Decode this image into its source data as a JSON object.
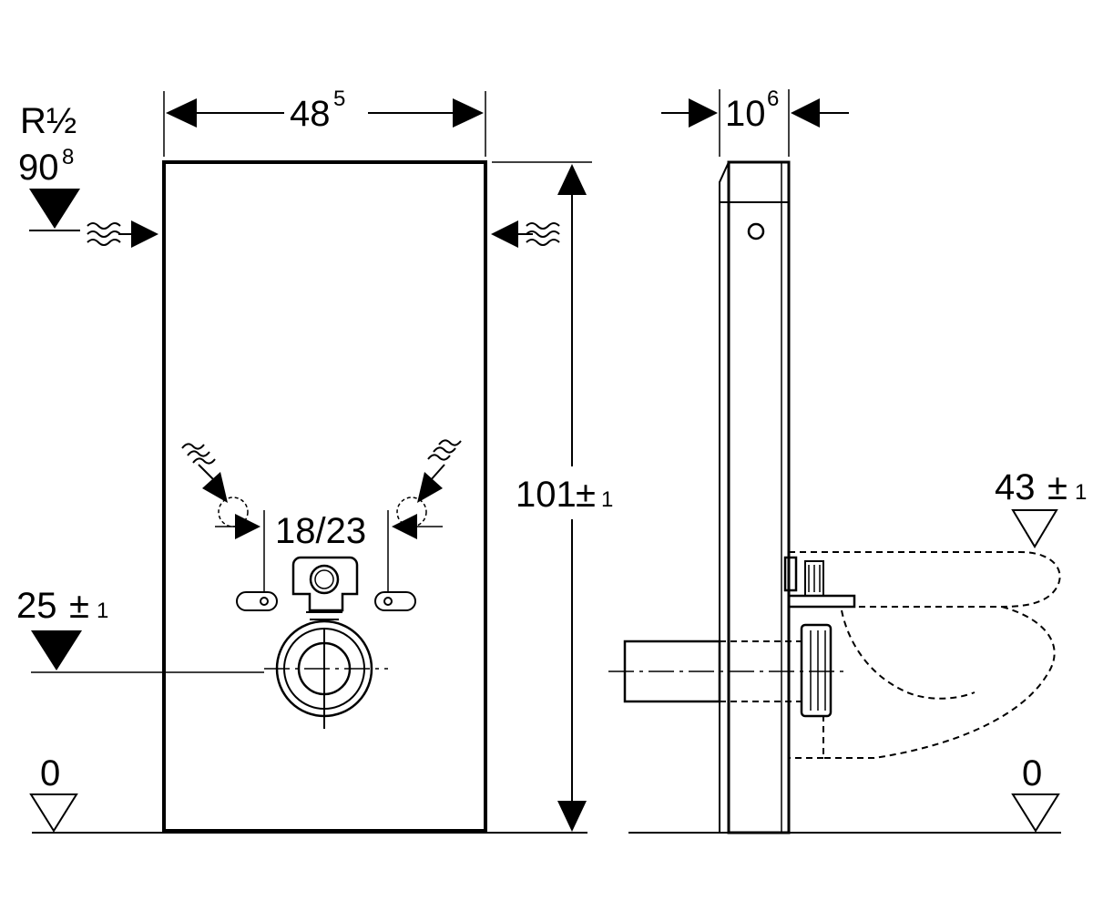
{
  "front_view": {
    "width": {
      "main": "48",
      "sup": "5"
    },
    "supply": {
      "line1": "R½",
      "line2_main": "90",
      "line2_sup": "8"
    },
    "height": {
      "main": "101",
      "tol": "±",
      "tol_sub": "1"
    },
    "outlet": {
      "main": "25",
      "tol": "±",
      "tol_sub": "1"
    },
    "spacing": "18/23",
    "floor": "0"
  },
  "side_view": {
    "depth": {
      "main": "10",
      "sup": "6"
    },
    "bowl_height": {
      "main": "43",
      "tol": "±",
      "tol_sub": "1"
    },
    "floor": "0"
  }
}
